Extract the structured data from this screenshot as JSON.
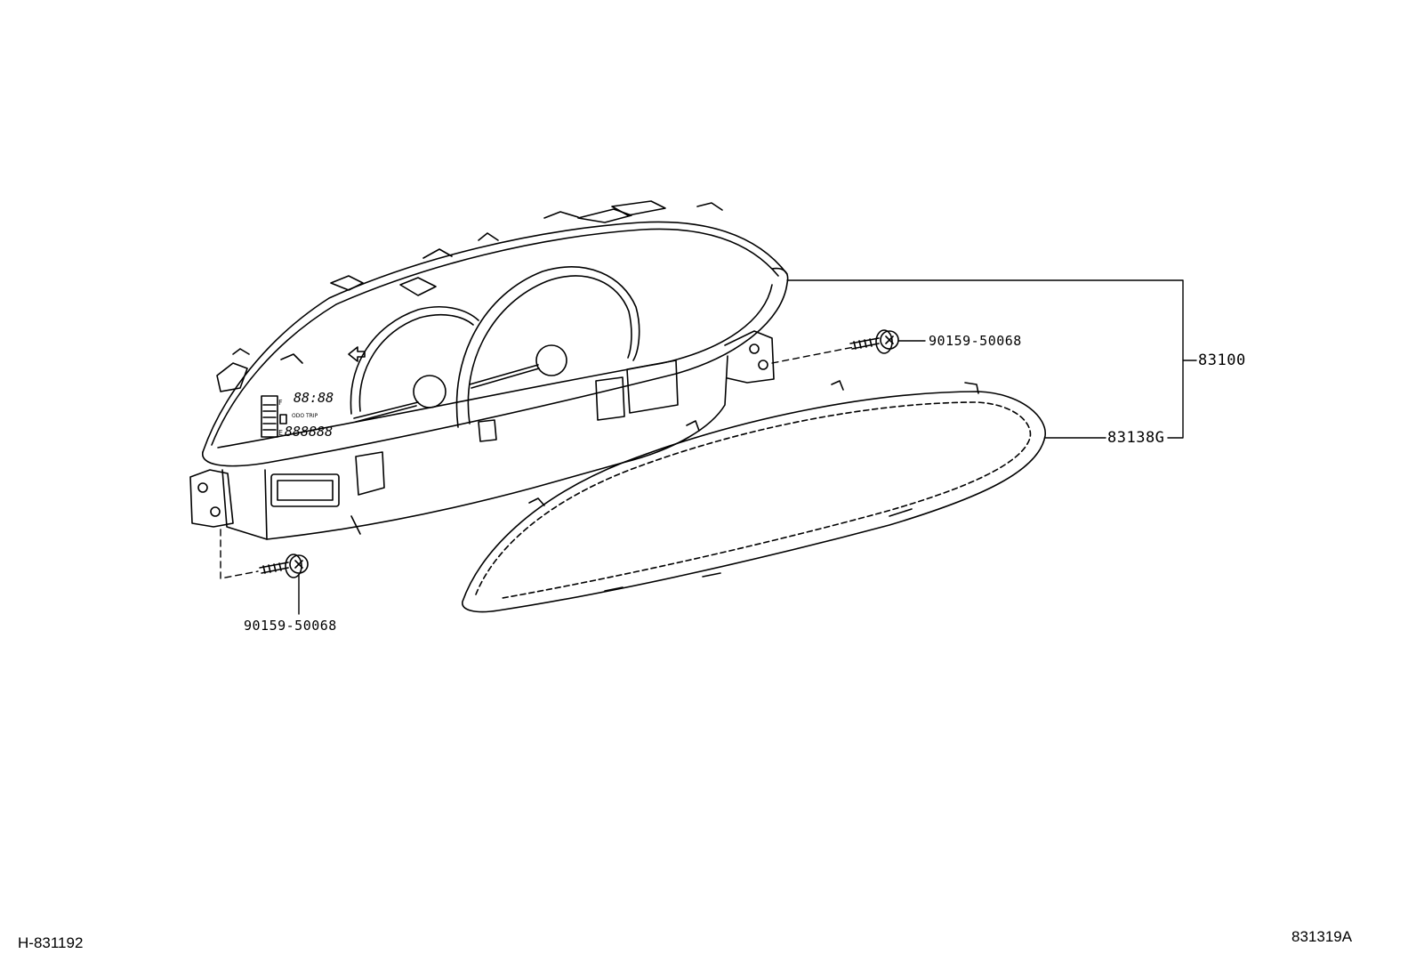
{
  "labels": {
    "assembly": "83100",
    "glass": "83138G",
    "screw_right": "90159-50068",
    "screw_left": "90159-50068"
  },
  "footer": {
    "left_code": "H-831192",
    "right_code": "831319A"
  },
  "lcd": {
    "clock": "88:88",
    "odo": "888888",
    "mode": "ODO TRIP",
    "fuel_full": "F",
    "fuel_empty": "E"
  }
}
